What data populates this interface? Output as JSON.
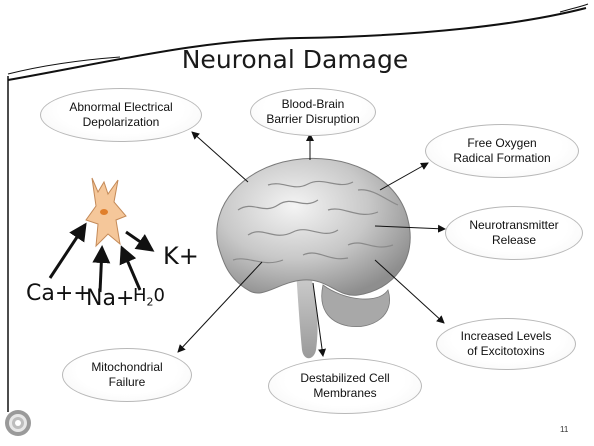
{
  "title": "Neuronal Damage",
  "ovals": {
    "abnormal": {
      "line1": "Abnormal Electrical",
      "line2": "Depolarization"
    },
    "bbb": {
      "line1": "Blood-Brain",
      "line2": "Barrier Disruption"
    },
    "oxygen": {
      "line1": "Free Oxygen",
      "line2": "Radical Formation"
    },
    "neurotransmitter": {
      "line1": "Neurotransmitter",
      "line2": "Release"
    },
    "excitotoxins": {
      "line1": "Increased Levels",
      "line2": "of Excitotoxins"
    },
    "membranes": {
      "line1": "Destabilized Cell",
      "line2": "Membranes"
    },
    "mitochondrial": {
      "line1": "Mitochondrial",
      "line2": "Failure"
    }
  },
  "ions": {
    "calcium": "Ca++",
    "sodium": "Na+",
    "water_h": "H",
    "water_sub": "2",
    "water_o": "0",
    "potassium": "K+"
  },
  "page_number": "11",
  "colors": {
    "frame_line": "#111111",
    "cell_fill": "#f5c79a",
    "cell_stroke": "#c48a58",
    "nucleus": "#e07f2c",
    "oval_border": "#b8b8b8"
  }
}
